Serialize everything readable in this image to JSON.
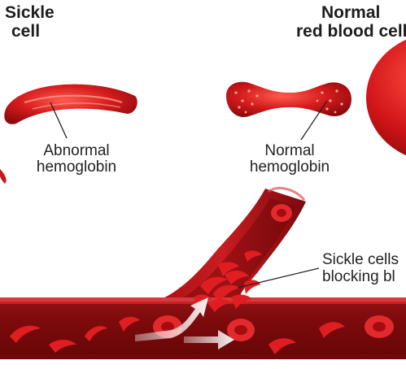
{
  "labels": {
    "sickle_title_line1": "Sickle",
    "sickle_title_line2": "cell",
    "normal_title_line1": "Normal",
    "normal_title_line2": "red blood cell",
    "abnormal_line1": "Abnormal",
    "abnormal_line2": "hemoglobin",
    "normal_hb_line1": "Normal",
    "normal_hb_line2": "hemoglobin",
    "blocking_line1": "Sickle cells",
    "blocking_line2": "blocking bl"
  },
  "colors": {
    "cell_red": "#c8161b",
    "vessel_dark": "#7a0b0d",
    "vessel_mid": "#b01216",
    "vessel_lumen": "#5e0708",
    "text": "#222222",
    "arrow": "#f3e9e9"
  }
}
